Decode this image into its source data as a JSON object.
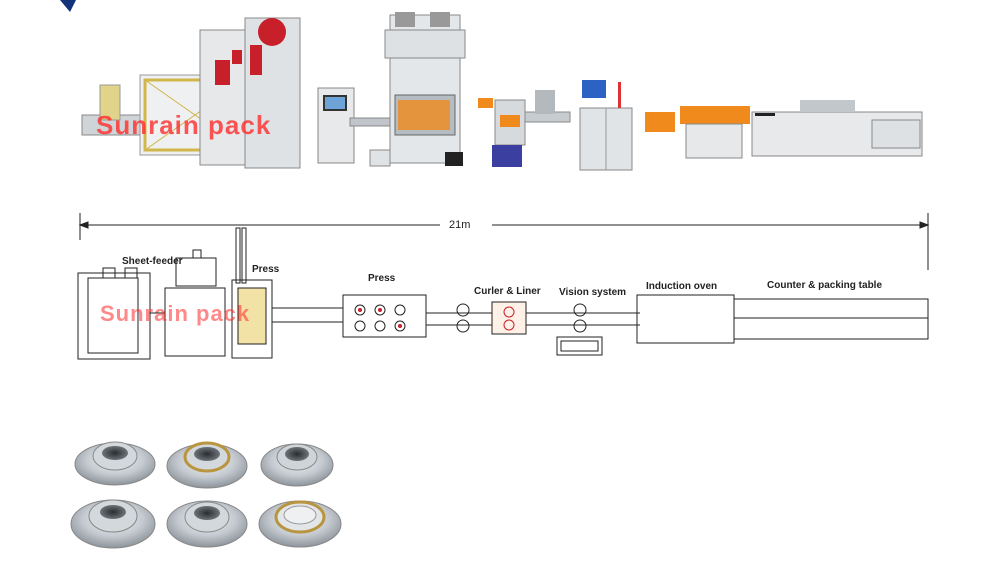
{
  "watermark": "Sunrain pack",
  "dimension": {
    "length": "21m"
  },
  "stations": {
    "sheet_feeder": "Sheet-feeder",
    "press_1": "Press",
    "press_2": "Press",
    "curler_liner": "Curler & Liner",
    "vision_system": "Vision system",
    "induction_oven": "Induction oven",
    "counter_packing": "Counter & packing table"
  },
  "colors": {
    "watermark": "#ff2828",
    "machine_body": "#e3e6e9",
    "machine_red": "#c8202a",
    "machine_orange": "#f08a1c",
    "line": "#222222",
    "can_metal": "#c9ced3",
    "can_gold": "#b8953e"
  },
  "icons": [
    "corner-arrow-icon"
  ]
}
